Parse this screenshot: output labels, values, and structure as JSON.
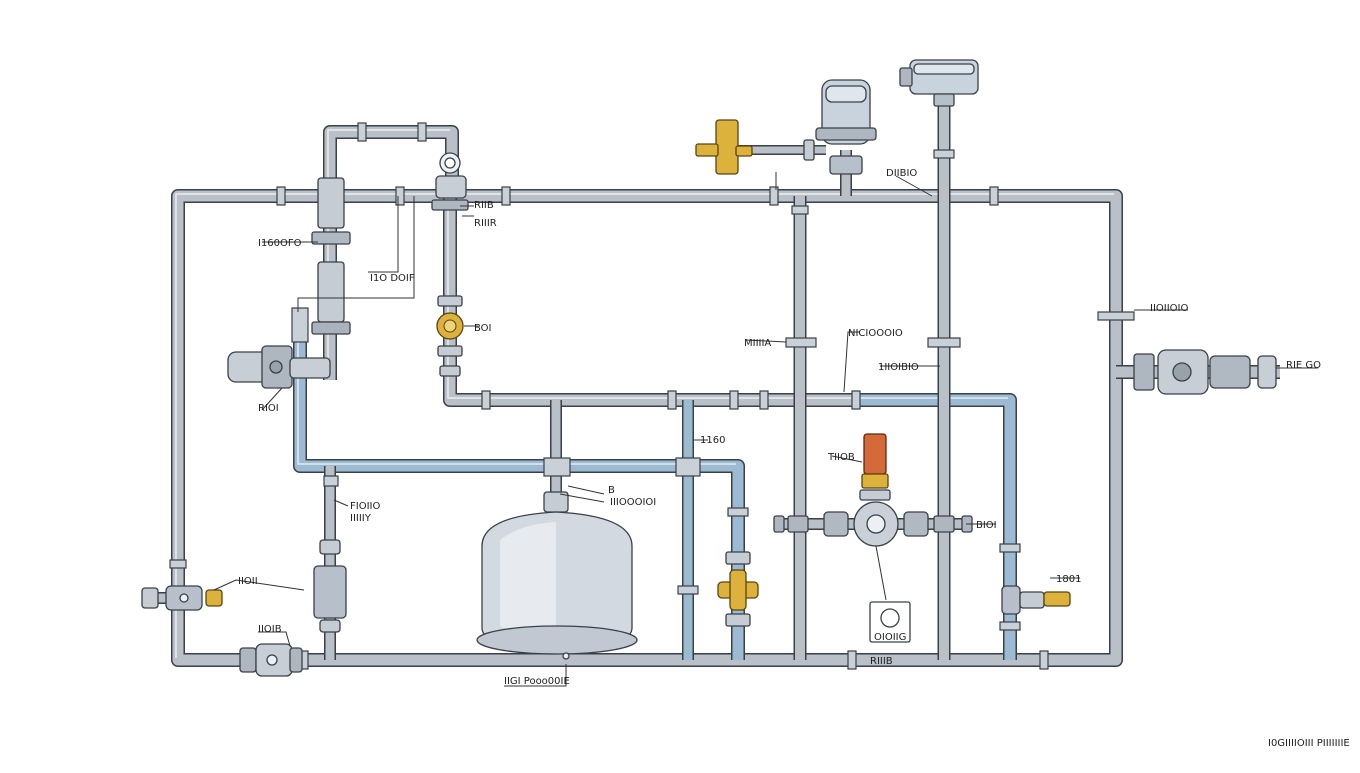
{
  "colors": {
    "grey_pipe": "#b9c0c8",
    "blue_pipe": "#9dbad3",
    "outline": "#3a4048",
    "brass": "#dcb23c",
    "copper": "#d46a3a",
    "tank": "#d3d9e0"
  },
  "labels": {
    "top_left_side": "I160OFO",
    "left_mid": "I1O DOIF",
    "left_valve": "RIOI",
    "top_branch": "RIIB",
    "top_branch_below": "RIIIR",
    "brass_valve": "BOI",
    "top_right": "DIIBIO",
    "mid_a": "MIIIIA",
    "mid_b": "NICIOOOIO",
    "mid_c": "1IIOIBIO",
    "right_side": "IIOIIOIO",
    "pump_right": "RIE GO",
    "blue_mid": "1160",
    "copper_valve": "TIIOB",
    "tank_top": "IIIOOOIOI",
    "tank_top_num": "B",
    "meter_right": "BIOI",
    "branch_left": "FIOIIO",
    "branch_left2": "IIIIIY",
    "lower_left_valve": "IIOII",
    "lower_left_pump": "IIOIB",
    "gauge": "OIOIIG",
    "bottom_center": "RIIIB",
    "lower_right": "1801",
    "tank_bottom": "IIGI Pooo00IE",
    "caption": "I0GIIIIOIII PIIIIIIIE"
  },
  "icons": [
    "tank-icon",
    "pump-icon",
    "gate-valve-icon",
    "pressure-gauge-icon",
    "brass-valve-icon",
    "check-valve-icon",
    "air-vent-icon",
    "motor-icon"
  ]
}
